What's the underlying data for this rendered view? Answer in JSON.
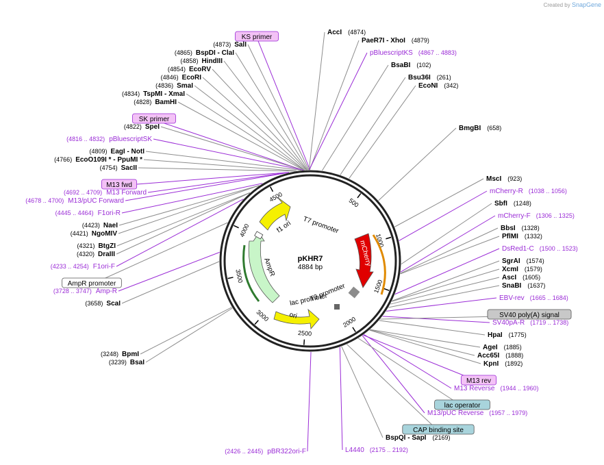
{
  "credit": {
    "prefix": "Created by",
    "brand": "SnapGene"
  },
  "plasmid": {
    "name": "pKHR7",
    "length_label": "4884 bp",
    "length": 4884
  },
  "colors": {
    "enzyme": "#000000",
    "primer": "#9a2bd6",
    "primer_box": "#f3c2f6",
    "feature_box_gray": "#c8c8c8",
    "feature_box_blue": "#a8d4dc",
    "feature_box_white": "#ffffff",
    "ori": "#f5f000",
    "ampr": "#c8f5c8",
    "mcherry": "#e00000",
    "backbone": "#222222"
  },
  "ticks": [
    "500",
    "1000",
    "1500",
    "2000",
    "2500",
    "3000",
    "3500",
    "4000",
    "4500"
  ],
  "inner_features": [
    {
      "label": "f1 ori",
      "type": "ori"
    },
    {
      "label": "AmpR",
      "type": "ampr"
    },
    {
      "label": "ori",
      "type": "ori"
    },
    {
      "label": "mCherry",
      "type": "mcherry"
    },
    {
      "label": "T7 promoter",
      "type": "promoter"
    },
    {
      "label": "T3 promoter",
      "type": "promoter"
    },
    {
      "label": "lac promoter",
      "type": "promoter"
    }
  ],
  "labels": [
    {
      "id": "ks-primer",
      "kind": "box",
      "box": "primer",
      "text": "KS primer",
      "pos": ""
    },
    {
      "id": "acci",
      "kind": "enzyme",
      "text": "AccI",
      "pos": "(4874)"
    },
    {
      "id": "paer7i",
      "kind": "enzyme",
      "text": "PaeR7I - XhoI",
      "pos": "(4879)"
    },
    {
      "id": "sali",
      "kind": "enzyme",
      "text": "SalI",
      "pos": "(4873)"
    },
    {
      "id": "bspdi",
      "kind": "enzyme",
      "text": "BspDI - ClaI",
      "pos": "(4865)"
    },
    {
      "id": "hindiii",
      "kind": "enzyme",
      "text": "HindIII",
      "pos": "(4858)"
    },
    {
      "id": "ecorv",
      "kind": "enzyme",
      "text": "EcoRV",
      "pos": "(4854)"
    },
    {
      "id": "ecori",
      "kind": "enzyme",
      "text": "EcoRI",
      "pos": "(4846)"
    },
    {
      "id": "smai",
      "kind": "enzyme",
      "text": "SmaI",
      "pos": "(4836)"
    },
    {
      "id": "tspmi",
      "kind": "enzyme",
      "text": "TspMI - XmaI",
      "pos": "(4834)"
    },
    {
      "id": "bamhi",
      "kind": "enzyme",
      "text": "BamHI",
      "pos": "(4828)"
    },
    {
      "id": "sk-primer",
      "kind": "box",
      "box": "primer",
      "text": "SK primer",
      "pos": ""
    },
    {
      "id": "spei",
      "kind": "enzyme",
      "text": "SpeI",
      "pos": "(4822)"
    },
    {
      "id": "pbluescriptsk",
      "kind": "primer",
      "text": "pBluescriptSK",
      "pos": "(4816 .. 4832)"
    },
    {
      "id": "eagi",
      "kind": "enzyme",
      "text": "EagI - NotI",
      "pos": "(4809)"
    },
    {
      "id": "ecoo109i",
      "kind": "enzyme",
      "text": "EcoO109I * - PpuMI *",
      "pos": "(4766)"
    },
    {
      "id": "sacii",
      "kind": "enzyme",
      "text": "SacII",
      "pos": "(4754)"
    },
    {
      "id": "m13fwd",
      "kind": "box",
      "box": "primer",
      "text": "M13 fwd",
      "pos": ""
    },
    {
      "id": "m13forward",
      "kind": "primer",
      "text": "M13 Forward",
      "pos": "(4692 .. 4709)"
    },
    {
      "id": "m13puc-forward",
      "kind": "primer",
      "text": "M13/pUC Forward",
      "pos": "(4678 .. 4700)"
    },
    {
      "id": "f1ori-r",
      "kind": "primer",
      "text": "F1ori-R",
      "pos": "(4445 .. 4464)"
    },
    {
      "id": "naei",
      "kind": "enzyme",
      "text": "NaeI",
      "pos": "(4423)"
    },
    {
      "id": "ngomiv",
      "kind": "enzyme",
      "text": "NgoMIV",
      "pos": "(4421)"
    },
    {
      "id": "btgzi",
      "kind": "enzyme",
      "text": "BtgZI",
      "pos": "(4321)"
    },
    {
      "id": "draiii",
      "kind": "enzyme",
      "text": "DraIII",
      "pos": "(4320)"
    },
    {
      "id": "f1ori-f",
      "kind": "primer",
      "text": "F1ori-F",
      "pos": "(4233 .. 4254)"
    },
    {
      "id": "ampr-promoter",
      "kind": "box",
      "box": "white",
      "text": "AmpR promoter",
      "pos": ""
    },
    {
      "id": "amp-r",
      "kind": "primer",
      "text": "Amp-R",
      "pos": "(3728 .. 3747)"
    },
    {
      "id": "scai",
      "kind": "enzyme",
      "text": "ScaI",
      "pos": "(3658)"
    },
    {
      "id": "bpmi",
      "kind": "enzyme",
      "text": "BpmI",
      "pos": "(3248)"
    },
    {
      "id": "bsai",
      "kind": "enzyme",
      "text": "BsaI",
      "pos": "(3239)"
    },
    {
      "id": "pbr322ori-f",
      "kind": "primer",
      "text": "pBR322ori-F",
      "pos": "(2426 .. 2445)"
    },
    {
      "id": "l4440",
      "kind": "primer",
      "text": "L4440",
      "pos": "(2175 .. 2192)"
    },
    {
      "id": "bspqi",
      "kind": "enzyme",
      "text": "BspQI - SapI",
      "pos": "(2169)"
    },
    {
      "id": "cap-binding-site",
      "kind": "box",
      "box": "blue",
      "text": "CAP binding site",
      "pos": ""
    },
    {
      "id": "m13puc-reverse",
      "kind": "primer",
      "text": "M13/pUC Reverse",
      "pos": "(1957 .. 1979)"
    },
    {
      "id": "lac-operator",
      "kind": "box",
      "box": "blue",
      "text": "lac operator",
      "pos": ""
    },
    {
      "id": "m13reverse",
      "kind": "primer",
      "text": "M13 Reverse",
      "pos": "(1944 .. 1960)"
    },
    {
      "id": "m13rev",
      "kind": "box",
      "box": "primer",
      "text": "M13 rev",
      "pos": ""
    },
    {
      "id": "kpni",
      "kind": "enzyme",
      "text": "KpnI",
      "pos": "(1892)"
    },
    {
      "id": "acc65i",
      "kind": "enzyme",
      "text": "Acc65I",
      "pos": "(1888)"
    },
    {
      "id": "agei",
      "kind": "enzyme",
      "text": "AgeI",
      "pos": "(1885)"
    },
    {
      "id": "hpai",
      "kind": "enzyme",
      "text": "HpaI",
      "pos": "(1775)"
    },
    {
      "id": "sv40pa-r",
      "kind": "primer",
      "text": "SV40pA-R",
      "pos": "(1719 .. 1738)"
    },
    {
      "id": "sv40-polya",
      "kind": "box",
      "box": "gray",
      "text": "SV40 poly(A) signal",
      "pos": ""
    },
    {
      "id": "ebv-rev",
      "kind": "primer",
      "text": "EBV-rev",
      "pos": "(1665 .. 1684)"
    },
    {
      "id": "snabi",
      "kind": "enzyme",
      "text": "SnaBI",
      "pos": "(1637)"
    },
    {
      "id": "asci",
      "kind": "enzyme",
      "text": "AscI",
      "pos": "(1605)"
    },
    {
      "id": "xcmi",
      "kind": "enzyme",
      "text": "XcmI",
      "pos": "(1579)"
    },
    {
      "id": "sgrai",
      "kind": "enzyme",
      "text": "SgrAI",
      "pos": "(1574)"
    },
    {
      "id": "dsred1-c",
      "kind": "primer",
      "text": "DsRed1-C",
      "pos": "(1500 .. 1523)"
    },
    {
      "id": "pflmi",
      "kind": "enzyme",
      "text": "PflMI",
      "pos": "(1332)"
    },
    {
      "id": "bbsi",
      "kind": "enzyme",
      "text": "BbsI",
      "pos": "(1328)"
    },
    {
      "id": "mcherry-f",
      "kind": "primer",
      "text": "mCherry-F",
      "pos": "(1306 .. 1325)"
    },
    {
      "id": "sbfi",
      "kind": "enzyme",
      "text": "SbfI",
      "pos": "(1248)"
    },
    {
      "id": "mcherry-r",
      "kind": "primer",
      "text": "mCherry-R",
      "pos": "(1038 .. 1056)"
    },
    {
      "id": "msci",
      "kind": "enzyme",
      "text": "MscI",
      "pos": "(923)"
    },
    {
      "id": "bmgbi",
      "kind": "enzyme",
      "text": "BmgBI",
      "pos": "(658)"
    },
    {
      "id": "econi",
      "kind": "enzyme",
      "text": "EcoNI",
      "pos": "(342)"
    },
    {
      "id": "bsu36i",
      "kind": "enzyme",
      "text": "Bsu36I",
      "pos": "(261)"
    },
    {
      "id": "bsabi",
      "kind": "enzyme",
      "text": "BsaBI",
      "pos": "(102)"
    },
    {
      "id": "pbluescriptks",
      "kind": "primer",
      "text": "pBluescriptKS",
      "pos": "(4867 .. 4883)"
    }
  ]
}
